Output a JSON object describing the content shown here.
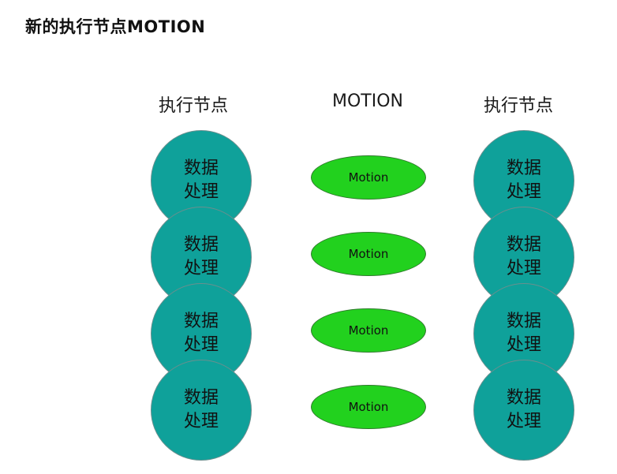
{
  "title": "新的执行节点MOTION",
  "headers": {
    "left": "执行节点",
    "middle": "MOTION",
    "right": "执行节点"
  },
  "node_label": {
    "line1": "数据",
    "line2": "处理"
  },
  "motion_label": "Motion",
  "colors": {
    "node_fill": "#0fa19a",
    "motion_fill": "#22d11e"
  }
}
